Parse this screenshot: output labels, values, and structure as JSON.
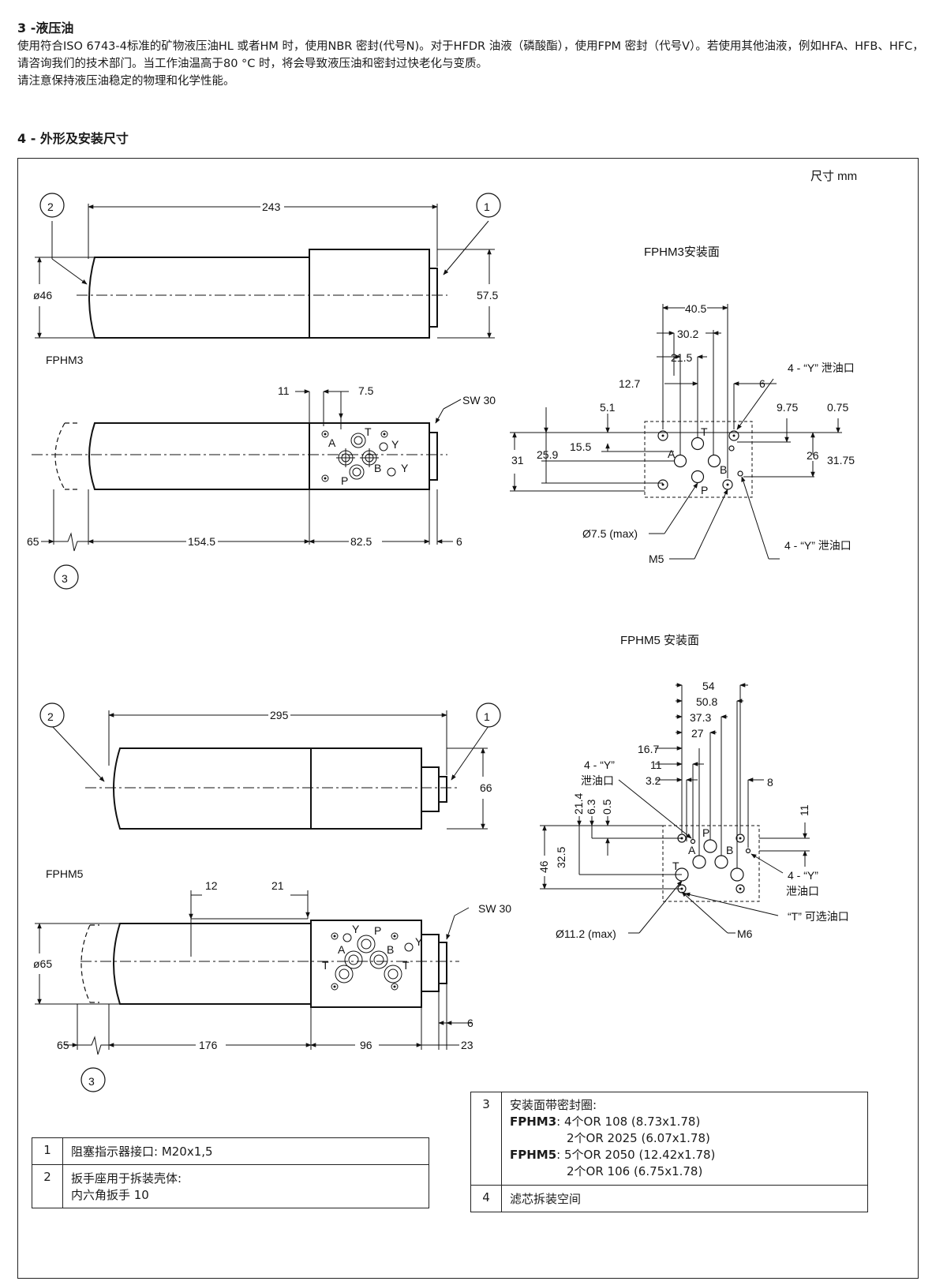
{
  "section3": {
    "title": "3 -液压油",
    "paragraph1": "使用符合ISO 6743-4标准的矿物液压油HL 或者HM 时，使用NBR 密封(代号N)。对于HFDR 油液（磷酸酯），使用FPM 密封（代号V）。若使用其他油液，例如HFA、HFB、HFC，请咨询我们的技术部门。当工作油温高于80 °C 时，将会导致液压油和密封过快老化与变质。",
    "paragraph2": "请注意保持液压油稳定的物理和化学性能。"
  },
  "section4": {
    "title": "4 - 外形及安装尺寸",
    "unit_note": "尺寸 mm"
  },
  "fphm3": {
    "model": "FPHM3",
    "callout1": "1",
    "callout2": "2",
    "callout3": "3",
    "dim_length": "243",
    "dim_dia": "ø46",
    "dim_height": "57.5",
    "dim_11": "11",
    "dim_7_5": "7.5",
    "sw": "SW 30",
    "dim_65": "65",
    "dim_154_5": "154.5",
    "dim_82_5": "82.5",
    "dim_6": "6",
    "port_A": "A",
    "port_B": "B",
    "port_T": "T",
    "port_P": "P",
    "port_Y": "Y"
  },
  "fphm3_mount": {
    "title": "FPHM3安装面",
    "d40_5": "40.5",
    "d30_2": "30.2",
    "d21_5": "21.5",
    "d12_7": "12.7",
    "d6": "6",
    "d5_1": "5.1",
    "d15_5": "15.5",
    "d25_9": "25.9",
    "d31": "31",
    "d9_75": "9.75",
    "d0_75": "0.75",
    "d26": "26",
    "d31_75": "31.75",
    "drain_label": "4 - “Y” 泄油口",
    "bore_max": "Ø7.5 (max)",
    "thread": "M5",
    "port_T": "T",
    "port_A": "A",
    "port_B": "B",
    "port_P": "P"
  },
  "fphm5": {
    "model": "FPHM5",
    "callout1": "1",
    "callout2": "2",
    "callout3": "3",
    "dim_length": "295",
    "dim_height": "66",
    "dim_12": "12",
    "dim_21": "21",
    "dim_dia": "ø65",
    "sw": "SW 30",
    "dim_65": "65",
    "dim_176": "176",
    "dim_96": "96",
    "dim_23": "23",
    "dim_6": "6",
    "port_A": "A",
    "port_B": "B",
    "port_T": "T",
    "port_P": "P",
    "port_Y": "Y"
  },
  "fphm5_mount": {
    "title": "FPHM5 安装面",
    "d54": "54",
    "d50_8": "50.8",
    "d37_3": "37.3",
    "d27": "27",
    "d16_7": "16.7",
    "d11": "11",
    "d3_2": "3.2",
    "d8": "8",
    "d21_4": "21.4",
    "d6_3": "6.3",
    "d0_5": "0.5",
    "d46": "46",
    "d32_5": "32.5",
    "d11_v": "11",
    "drain_label_a": "4 - “Y”",
    "drain_label_b": "泄油口",
    "optional_T": "“T” 可选油口",
    "bore_max": "Ø11.2 (max)",
    "thread": "M6",
    "port_T": "T",
    "port_A": "A",
    "port_B": "B",
    "port_P": "P"
  },
  "legend_left": [
    {
      "num": "1",
      "text": "阻塞指示器接口:   M20x1,5"
    },
    {
      "num": "2",
      "line1": "扳手座用于拆装壳体:",
      "line2": "内六角扳手 10"
    }
  ],
  "legend_right": {
    "row3_num": "3",
    "row3_title": "安装面带密封圈:",
    "fphm3_label": "FPHM3",
    "fphm3_line1": ": 4个OR 108 (8.73x1.78)",
    "fphm3_line2": "2个OR 2025 (6.07x1.78)",
    "fphm5_label": "FPHM5",
    "fphm5_line1": ": 5个OR 2050 (12.42x1.78)",
    "fphm5_line2": "2个OR 106 (6.75x1.78)",
    "row4_num": "4",
    "row4_text": "滤芯拆装空间"
  }
}
